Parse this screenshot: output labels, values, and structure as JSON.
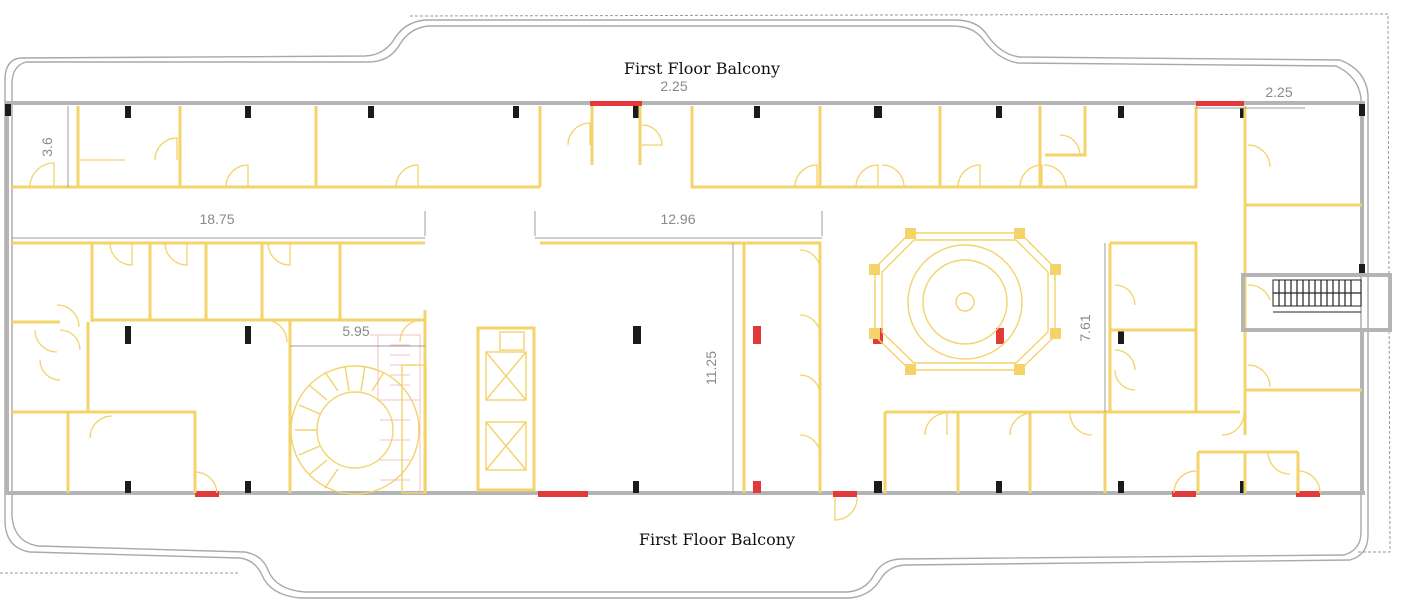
{
  "plan": {
    "top_label": "First Floor Balcony",
    "bottom_label": "First Floor Balcony",
    "dimensions": {
      "top_window": "2.25",
      "top_right": "2.25",
      "left_room": "3.6",
      "west_wing": "18.75",
      "center_hall": "12.96",
      "stair": "5.95",
      "hall_depth": "11.25",
      "east_rooms": "7.61"
    }
  },
  "colors": {
    "walls": "#f3d36a",
    "exterior_wall": "#b4b4b4",
    "columns": "#1b1b1b",
    "openings": "#e23a3a",
    "dimension_text": "#8a8a8a"
  }
}
